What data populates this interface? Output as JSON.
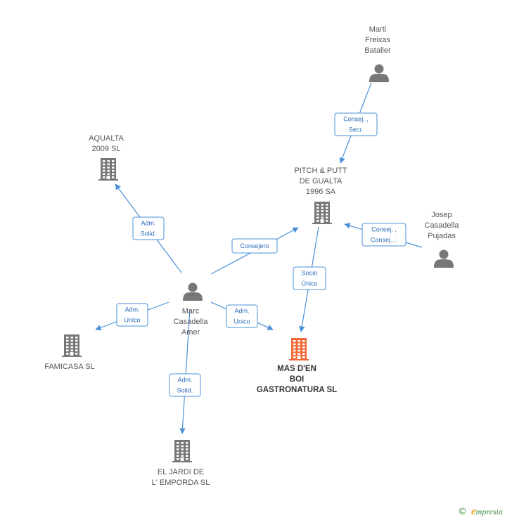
{
  "colors": {
    "person": "#777777",
    "company": "#777777",
    "main_company": "#f26a3a",
    "edge": "#4a90d9",
    "edge_text": "#2a6ab8",
    "brand": "#3a8a3a"
  },
  "nodes": [
    {
      "id": "marti",
      "type": "person",
      "icon": "person-icon",
      "lines": [
        "Marti",
        "Freixas",
        "Bataller"
      ]
    },
    {
      "id": "aqualta",
      "type": "company",
      "icon": "building-icon",
      "lines": [
        "AQUALTA",
        "2009 SL"
      ]
    },
    {
      "id": "pitch",
      "type": "company",
      "icon": "building-icon",
      "lines": [
        "PITCH & PUTT",
        "DE GUALTA",
        "1996 SA"
      ]
    },
    {
      "id": "josep",
      "type": "person",
      "icon": "person-icon",
      "lines": [
        "Josep",
        "Casadella",
        "Pujadas"
      ]
    },
    {
      "id": "marc",
      "type": "person",
      "icon": "person-icon",
      "lines": [
        "Marc",
        "Casadella",
        "Amer"
      ]
    },
    {
      "id": "famicasa",
      "type": "company",
      "icon": "building-icon",
      "lines": [
        "FAMICASA SL"
      ]
    },
    {
      "id": "masden",
      "type": "main",
      "icon": "building-icon",
      "lines": [
        "MAS D'EN",
        "BOI",
        "GASTRONATURA SL"
      ]
    },
    {
      "id": "jardi",
      "type": "company",
      "icon": "building-icon",
      "lines": [
        "EL JARDI DE",
        "L' EMPORDA SL"
      ]
    }
  ],
  "edges": [
    {
      "from": "marti",
      "to": "pitch",
      "lines": [
        "Consej. ,",
        "Secr."
      ]
    },
    {
      "from": "marc",
      "to": "aqualta",
      "lines": [
        "Adm.",
        "Solid."
      ]
    },
    {
      "from": "marc",
      "to": "pitch",
      "lines": [
        "Consejero"
      ]
    },
    {
      "from": "josep",
      "to": "pitch",
      "lines": [
        "Consej. ,",
        "Consej...."
      ]
    },
    {
      "from": "pitch",
      "to": "masden",
      "lines": [
        "Socio",
        "Único"
      ]
    },
    {
      "from": "marc",
      "to": "famicasa",
      "lines": [
        "Adm.",
        "Unico"
      ]
    },
    {
      "from": "marc",
      "to": "masden",
      "lines": [
        "Adm.",
        "Unico"
      ]
    },
    {
      "from": "marc",
      "to": "jardi",
      "lines": [
        "Adm.",
        "Solid."
      ]
    }
  ],
  "footer": {
    "copyright_symbol": "©",
    "brand_initial": "e",
    "brand_rest": "mpresia"
  }
}
